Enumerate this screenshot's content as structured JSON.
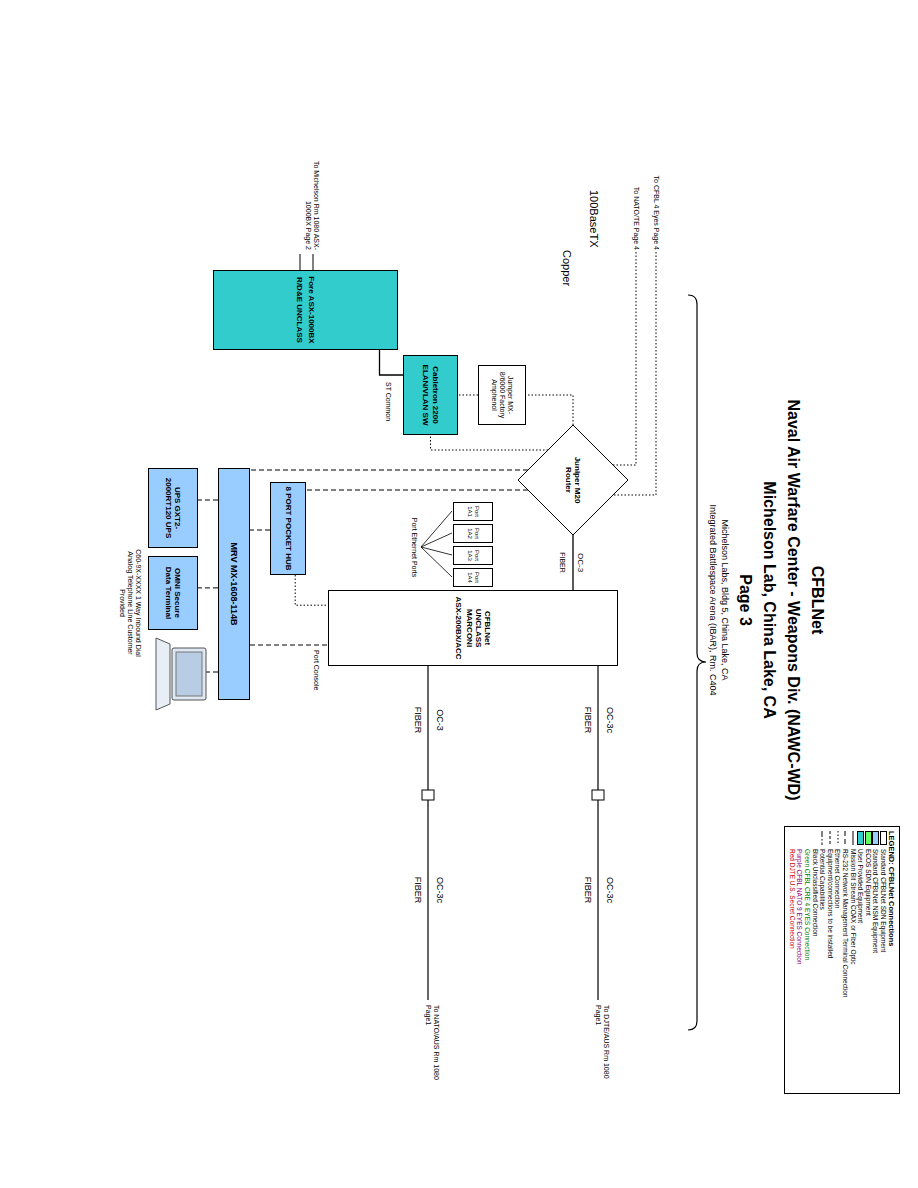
{
  "diagram": {
    "title": "CFBLNet",
    "nodes": [
      {
        "text": [
          "Fore ASX-1000BX",
          "R/D&E UNCLASS"
        ]
      },
      {
        "text": [
          "Cabletron 2200 ELAN/VLAN SW"
        ]
      },
      {
        "text": [
          "Jumper MX-8/6000 Factory Amphenol"
        ]
      },
      {
        "text": [
          "Juniper M20 Router"
        ]
      },
      {
        "text": [
          "CFBLNet UNCLASS MARCONI",
          "ASX-200BX/ACC"
        ]
      },
      {
        "text": [
          "Port 1A1"
        ]
      },
      {
        "text": [
          "Port 1A2"
        ]
      },
      {
        "text": [
          "Port 1A3"
        ]
      },
      {
        "text": [
          "Port 1A4"
        ]
      },
      {
        "text": [
          "8 PORT POCKET HUB"
        ]
      },
      {
        "text": [
          "MRV MX-1608-114B"
        ]
      },
      {
        "text": [
          "UPS GXT2-2000RT120 UPS"
        ]
      },
      {
        "text": [
          "OMNI Secure Data Terminal"
        ]
      }
    ],
    "edges": [
      {
        "from": 3,
        "to": 2,
        "arrow": "none"
      },
      {
        "from": 2,
        "to": 1,
        "arrow": "none"
      },
      {
        "from": 3,
        "to": 1,
        "arrow": "none"
      },
      {
        "from": 1,
        "to": 0,
        "arrow": "none"
      },
      {
        "from": 3,
        "to": 4,
        "label": "OC-3",
        "arrow": "none"
      },
      {
        "from": 3,
        "to": 10,
        "arrow": "none"
      },
      {
        "from": 3,
        "to": 9,
        "arrow": "none"
      },
      {
        "from": 9,
        "to": 10,
        "arrow": "none"
      },
      {
        "from": 9,
        "to": 4,
        "arrow": "none"
      },
      {
        "from": 10,
        "to": 4,
        "arrow": "none"
      },
      {
        "from": 10,
        "to": 11,
        "arrow": "none"
      },
      {
        "from": 10,
        "to": 12,
        "arrow": "none"
      }
    ],
    "labels": [
      "Naval Air Warfare Center - Weapons Div. (NAWC-WD)",
      "Michelson Lab, China Lake, CA",
      "Page 3",
      "Michelson Labs, Bldg 5, China Lake, CA",
      "Integrated Battlespace Arena (IBAR), Rm. C404",
      "100BaseTX",
      "Copper",
      "To CFBL 4 Eyes Page 4",
      "To NATO/TE Page 4",
      "To Michelson Rm 1080 ASX-1000BX Page 2",
      "Port Ethernet Ports",
      "FIBER",
      "OC-3c",
      "FIBER",
      "OC-3c",
      "FIBER",
      "To DJTE/AUS Rm 1080 Page1",
      "OC-3",
      "FIBER",
      "OC-3c",
      "FIBER",
      "To NATO/AUS Rm 1080 Page1",
      "C60-9X-XXXX 1 Way Inbound Dial Analog Telephone Line Customer Provided",
      "LEGEND: CFBLNet Connections",
      "Port Console",
      "ST Common"
    ],
    "legend": [
      {
        "text": "Standard CFBLNet SDN Equipment",
        "color": "#ffffff"
      },
      {
        "text": "Standard CFBLNet NSM Equipment",
        "color": "#99ccff"
      },
      {
        "text": "ECOS SDN Equipment",
        "color": "#66ff66"
      },
      {
        "text": "User Provided Equipment",
        "color": "#33cccc"
      },
      {
        "text": "Mission Bit Stream COAX or Fiber Optic"
      },
      {
        "text": "RS-232 Network Management Terminal Connection"
      },
      {
        "text": "Ethernet Connection"
      },
      {
        "text": "Equipment/connections to be installed"
      },
      {
        "text": "Potential Capabilities"
      },
      {
        "text": "Black Unclassified Connection"
      },
      {
        "text": "Green CFBL CRE 4 EYES Connection"
      },
      {
        "text": "Purple CFBL NATO 9 EYES Connection"
      },
      {
        "text": "Red DJTE U.S. Secret Connection"
      }
    ]
  }
}
